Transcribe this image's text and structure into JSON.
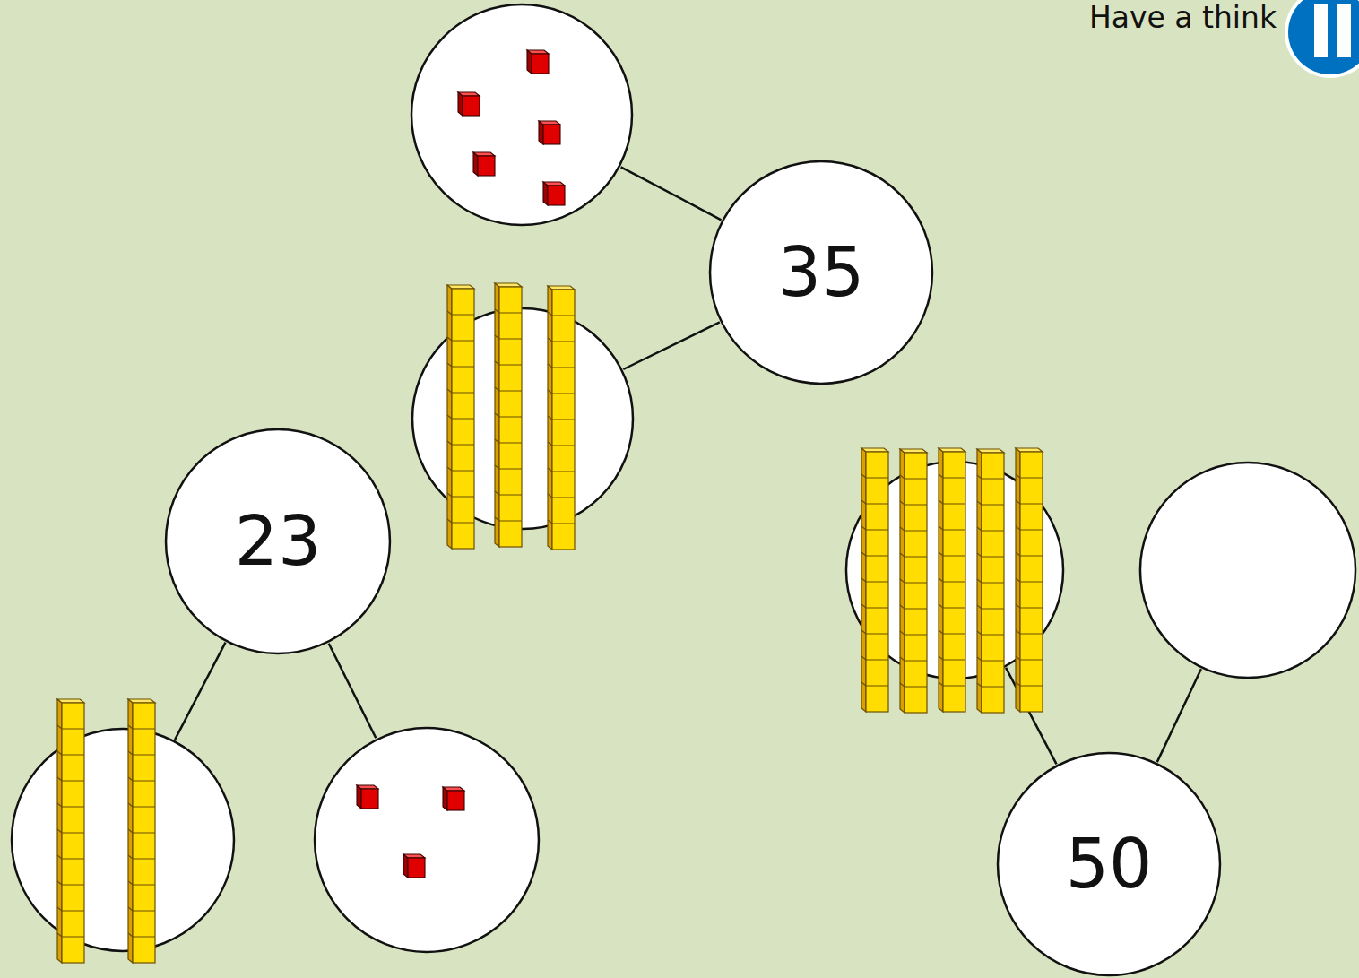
{
  "diagram": {
    "nodes": [
      {
        "text": []
      },
      {
        "text": [
          "35"
        ]
      },
      {
        "text": []
      },
      {
        "text": [
          "23"
        ]
      },
      {
        "text": []
      },
      {
        "text": []
      },
      {
        "text": []
      },
      {
        "text": []
      },
      {
        "text": [
          "50"
        ]
      }
    ],
    "edges": [
      {
        "from": 1,
        "to": 0,
        "arrow": "none"
      },
      {
        "from": 1,
        "to": 2,
        "arrow": "none"
      },
      {
        "from": 3,
        "to": 6,
        "arrow": "none"
      },
      {
        "from": 3,
        "to": 7,
        "arrow": "none"
      },
      {
        "from": 8,
        "to": 4,
        "arrow": "none"
      },
      {
        "from": 8,
        "to": 5,
        "arrow": "none"
      }
    ],
    "labels": [
      "Have a think"
    ]
  }
}
